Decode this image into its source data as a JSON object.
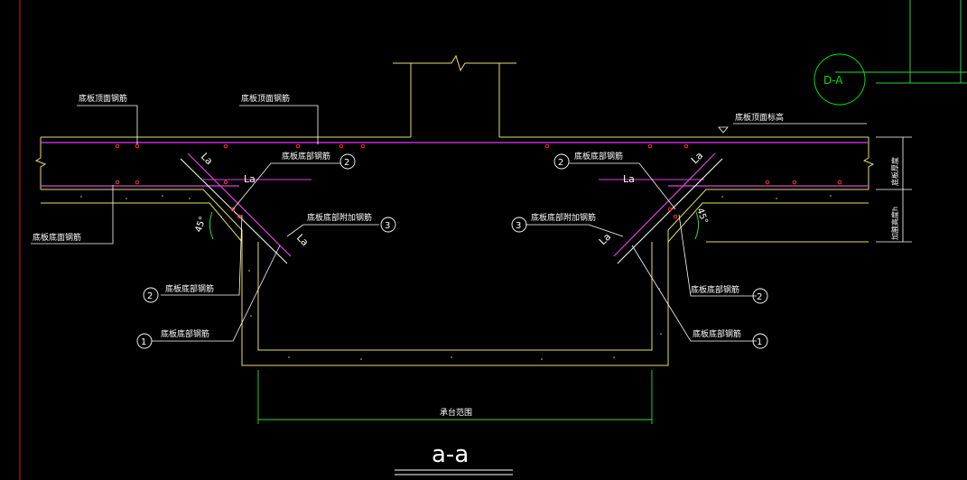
{
  "drawing": {
    "section_title": "a-a",
    "reference_tag": "D-A",
    "labels": {
      "top_face_rebar_left": "底板顶面钢筋",
      "top_face_rebar_mid": "底板顶面钢筋",
      "top_elevation": "底板顶面标高",
      "bottom_face_rebar": "底板底面钢筋",
      "bottom_rebar_left_2": "底板底部钢筋",
      "bottom_rebar_right_2": "底板底部钢筋",
      "additional_rebar_left": "底板底部附加钢筋",
      "additional_rebar_right": "底板底部附加钢筋",
      "pit_bottom_rebar_left_2": "底板底部钢筋",
      "pit_bottom_rebar_left_1": "底板底部钢筋",
      "pit_bottom_rebar_right_2": "底板底部钢筋",
      "pit_bottom_rebar_right_1": "底板底部钢筋",
      "cap_range": "承台范围",
      "slab_thickness": "底板厚度",
      "haunch_height": "加腋高度h"
    },
    "anchor": {
      "la_1": "La",
      "la_2": "La",
      "la_3": "La",
      "la_4": "La",
      "la_5": "La",
      "la_6": "La"
    },
    "markers": {
      "m2_top_left": "2",
      "m3_left": "3",
      "m2_low_left": "2",
      "m1_low_left": "1",
      "m2_top_right": "2",
      "m3_right": "3",
      "m2_low_right": "2",
      "m1_low_right": "1"
    },
    "angles": {
      "left": "45°",
      "right": "45°"
    }
  }
}
